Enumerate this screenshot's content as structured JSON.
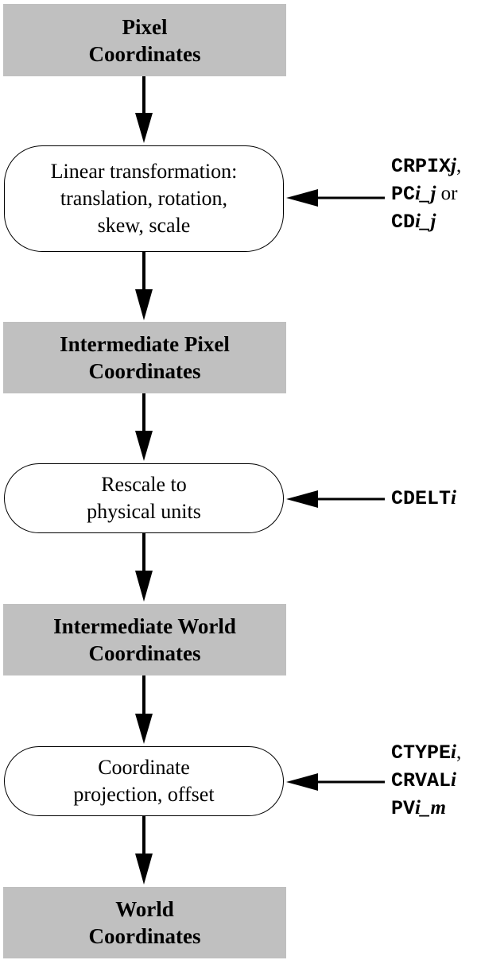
{
  "nodes": {
    "pixel": {
      "line1": "Pixel",
      "line2": "Coordinates"
    },
    "linear": {
      "line1": "Linear transformation:",
      "line2": "translation, rotation,",
      "line3": "skew, scale"
    },
    "intermediate_pixel": {
      "line1": "Intermediate Pixel",
      "line2": "Coordinates"
    },
    "rescale": {
      "line1": "Rescale to",
      "line2": "physical units"
    },
    "intermediate_world": {
      "line1": "Intermediate World",
      "line2": "Coordinates"
    },
    "projection": {
      "line1": "Coordinate",
      "line2": "projection, offset"
    },
    "world": {
      "line1": "World",
      "line2": "Coordinates"
    }
  },
  "params": {
    "linear": [
      {
        "mono": "CRPIX",
        "italic": "j",
        "suffix": ","
      },
      {
        "mono": "PC",
        "italic": "i_j",
        "suffix": " or"
      },
      {
        "mono": "CD",
        "italic": "i_j",
        "suffix": ""
      }
    ],
    "rescale": [
      {
        "mono": "CDELT",
        "italic": "i",
        "suffix": ""
      }
    ],
    "projection": [
      {
        "mono": "CTYPE",
        "italic": "i",
        "suffix": ","
      },
      {
        "mono": "CRVAL",
        "italic": "i",
        "suffix": ""
      },
      {
        "mono": "PV",
        "italic": "i_m",
        "suffix": ""
      }
    ]
  }
}
